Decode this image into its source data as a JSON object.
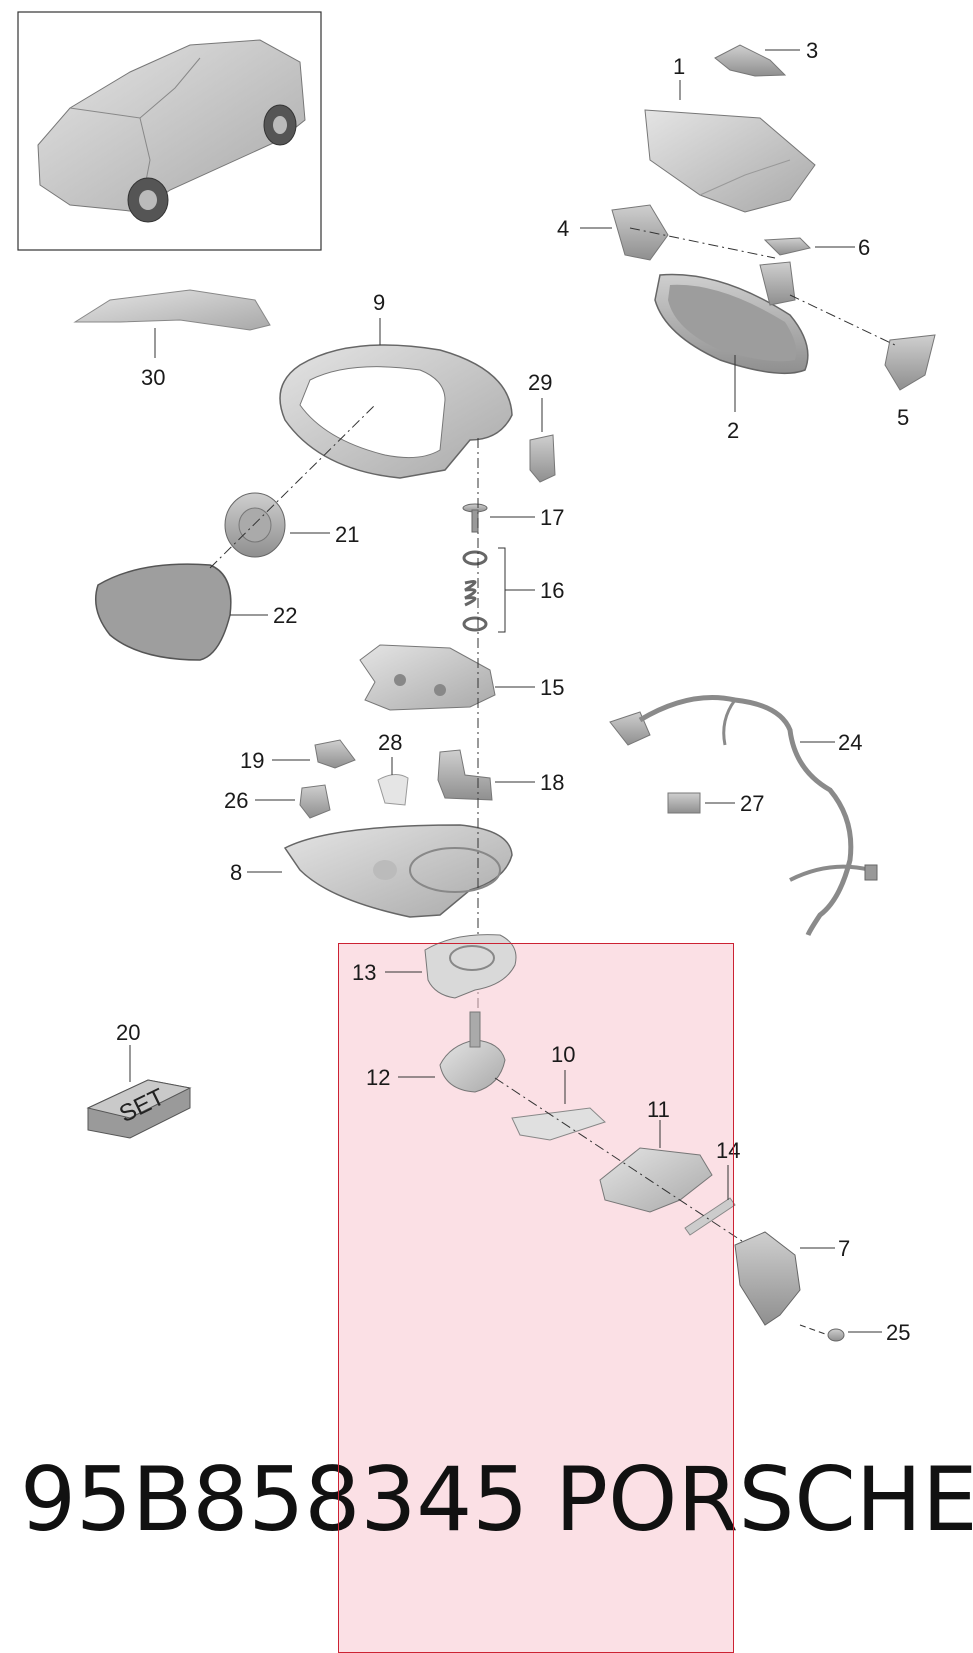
{
  "diagram": {
    "callouts": [
      "1",
      "2",
      "3",
      "4",
      "5",
      "6",
      "7",
      "8",
      "9",
      "10",
      "11",
      "12",
      "13",
      "14",
      "15",
      "16",
      "17",
      "18",
      "19",
      "20",
      "21",
      "22",
      "24",
      "25",
      "26",
      "27",
      "28",
      "29",
      "30"
    ],
    "set_label": "SET",
    "highlight_color": "#f7c6d0",
    "highlight_border": "#cc2233"
  },
  "footer": {
    "part_number": "95B858345",
    "brand": "PORSCHE"
  }
}
